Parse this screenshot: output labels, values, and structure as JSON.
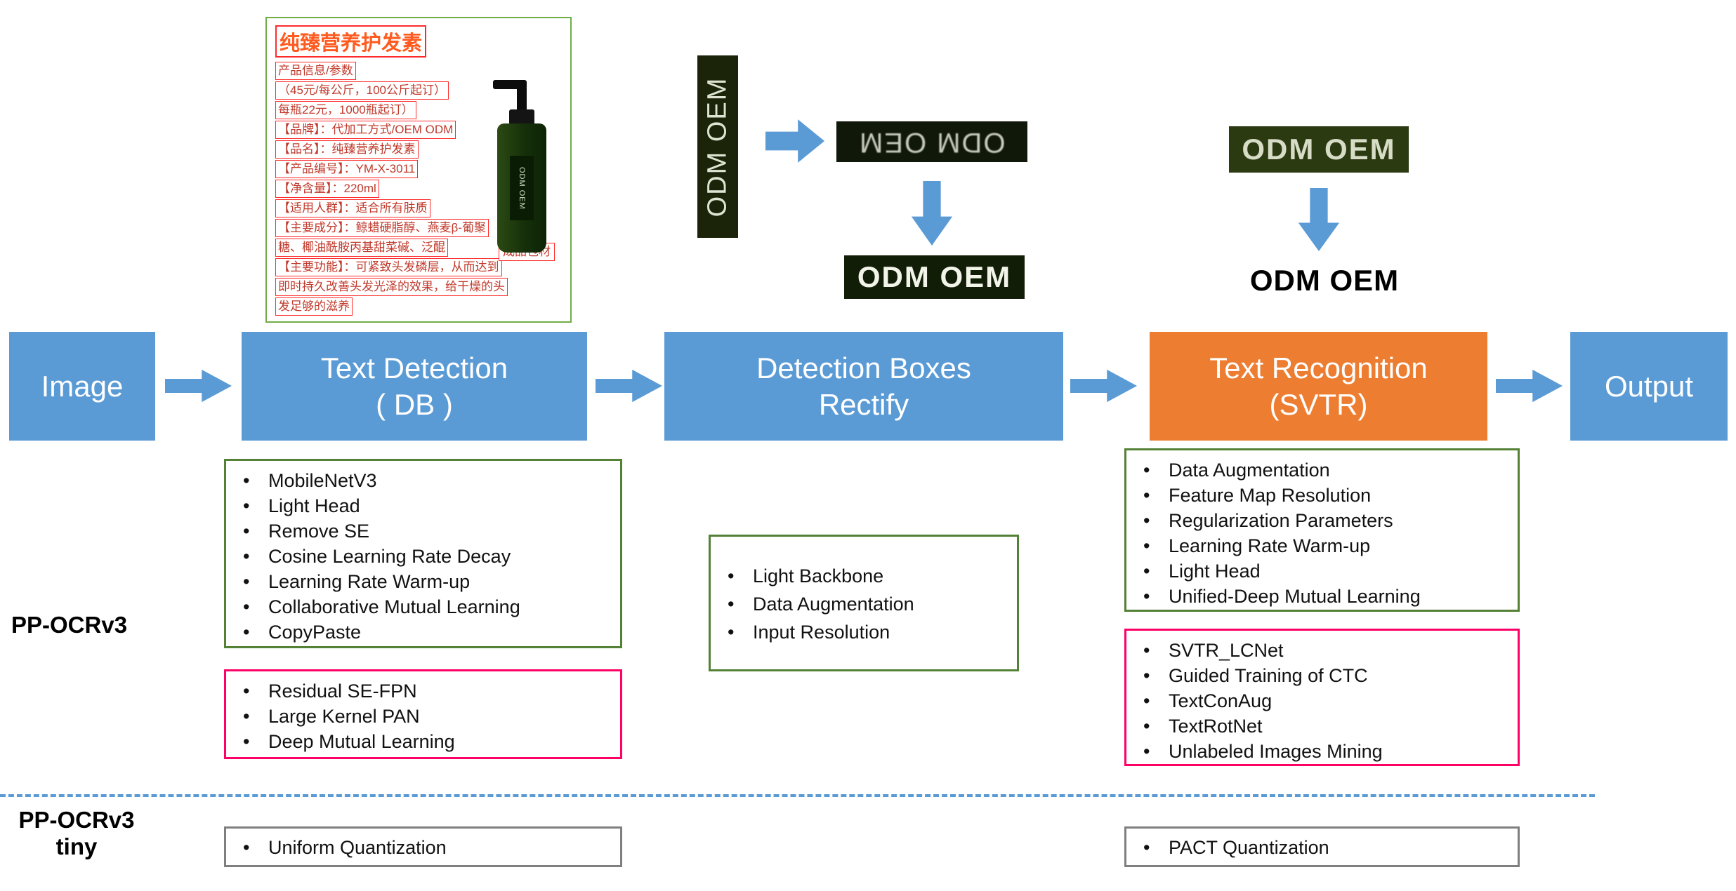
{
  "colors": {
    "blue": "#5B9BD5",
    "orange": "#ED7D31",
    "green": "#538135",
    "pink": "#FF0066",
    "gray": "#7F7F7F",
    "red": "#FF2B2B"
  },
  "stages": {
    "image": "Image",
    "detection": {
      "line1": "Text Detection",
      "line2": "( DB )"
    },
    "rectify": {
      "line1": "Detection Boxes",
      "line2": "Rectify"
    },
    "recognition": {
      "line1": "Text Recognition",
      "line2": "(SVTR)"
    },
    "output": "Output"
  },
  "rows": {
    "v3": "PP-OCRv3",
    "tiny_line1": "PP-OCRv3",
    "tiny_line2": "tiny"
  },
  "lists": {
    "det_green": [
      "MobileNetV3",
      "Light Head",
      "Remove SE",
      "Cosine Learning Rate Decay",
      "Learning Rate Warm-up",
      "Collaborative Mutual Learning",
      "CopyPaste"
    ],
    "det_pink": [
      "Residual SE-FPN",
      "Large Kernel PAN",
      "Deep Mutual Learning"
    ],
    "rectify_green": [
      "Light Backbone",
      "Data Augmentation",
      "Input Resolution"
    ],
    "recog_green": [
      "Data Augmentation",
      "Feature Map Resolution",
      "Regularization Parameters",
      "Learning Rate Warm-up",
      "Light Head",
      "Unified-Deep Mutual Learning"
    ],
    "recog_pink": [
      "SVTR_LCNet",
      "Guided Training of CTC",
      "TextConAug",
      "TextRotNet",
      "Unlabeled Images Mining"
    ],
    "tiny_det": [
      "Uniform Quantization"
    ],
    "tiny_recog": [
      "PACT Quantization"
    ]
  },
  "samples": {
    "odm": "ODM OEM",
    "product": {
      "title": "纯臻营养护发素",
      "lines": [
        "产品信息/参数",
        "（45元/每公斤，100公斤起订）",
        "每瓶22元，1000瓶起订）",
        "【品牌】：代加工方式/OEM ODM",
        "【品名】：纯臻营养护发素",
        "【产品编号】：YM-X-3011",
        "【净含量】：220ml",
        "【适用人群】：适合所有肤质",
        "【主要成分】：鲸蜡硬脂醇、燕麦β-葡聚",
        "糖、椰油酰胺丙基甜菜碱、泛醌",
        "【主要功能】：可紧致头发磷层，从而达到",
        "即时持久改善头发光泽的效果，给干燥的头",
        "发足够的滋养"
      ],
      "tag": "成品包材",
      "bottle_label": "ODM OEM"
    }
  }
}
